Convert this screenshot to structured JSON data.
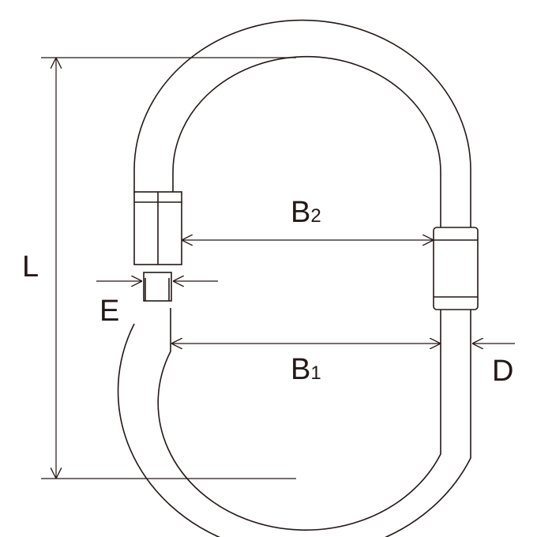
{
  "diagram": {
    "stroke_color": "#231815",
    "fill_color": "#ffffff",
    "labels": {
      "L": "L",
      "B2_main": "B",
      "B2_sub": "2",
      "B1_main": "B",
      "B1_sub": "1",
      "E": "E",
      "D": "D"
    }
  }
}
